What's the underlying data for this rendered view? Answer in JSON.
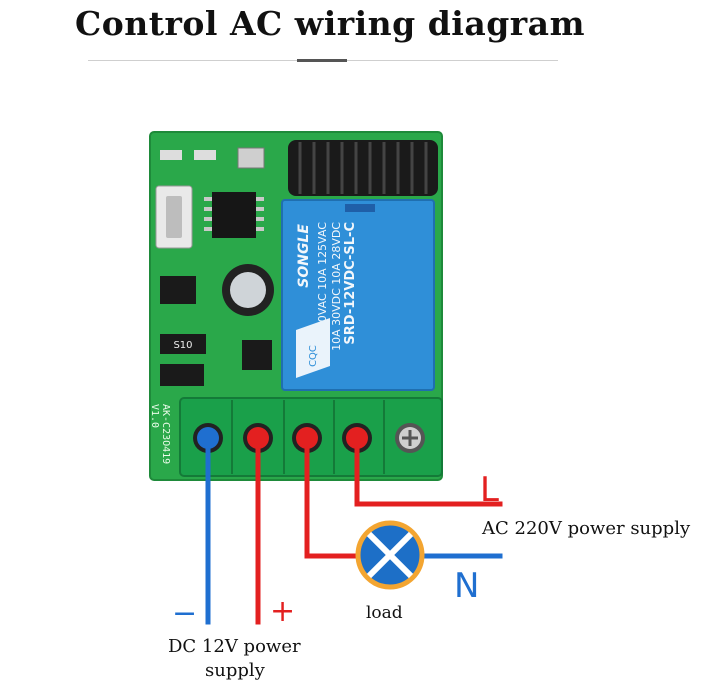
{
  "title": "Control AC wiring diagram",
  "board": {
    "label_line1": "AK-C23O419",
    "label_line2": "V1.0",
    "relay": {
      "brand": "SONGLE",
      "line1": "10A 250VAC  10A 125VAC",
      "line2": "10A 30VDC  10A 28VDC",
      "model": "SRD-12VDC-SL-C",
      "cert": "CQC"
    },
    "smd_label": "S10"
  },
  "labels": {
    "L": "L",
    "N": "N",
    "ac_supply": "AC 220V power supply",
    "load": "load",
    "minus": "−",
    "plus": "+",
    "dc_line1": "DC 12V power",
    "dc_line2": "supply"
  },
  "colors": {
    "board_green": "#2aa84a",
    "relay_blue": "#2f8fd8",
    "wire_red": "#e32020",
    "wire_blue": "#1f6fd0",
    "terminal_green": "#1aa04a",
    "lamp_blue": "#1d6fc7",
    "lamp_ring": "#f3a531"
  }
}
